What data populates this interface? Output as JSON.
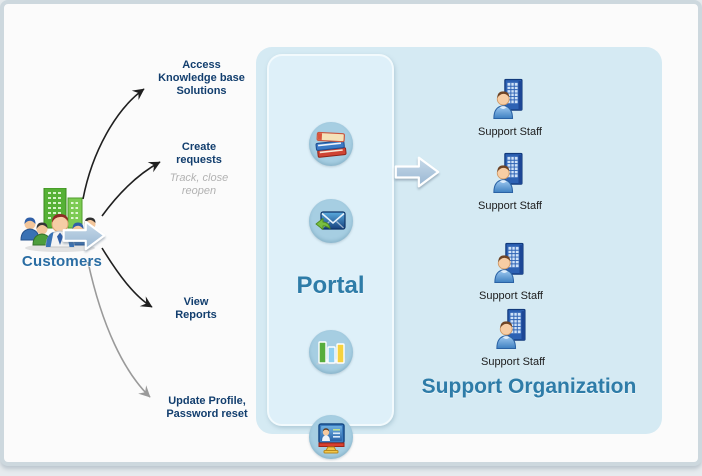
{
  "colors": {
    "accent_teal": "#2e7ca8",
    "label_navy": "#123e6e",
    "note_gray": "#b2b2b2",
    "staff_label": "#1c1c1c",
    "panel_outer": "#d5eaf3",
    "panel_inner": "#def0f9",
    "icon_circle": "#a6cee2",
    "card_bg": "#fbfbfb",
    "card_border": "#cdd8de",
    "page_bg": "#e6ebee"
  },
  "customers": {
    "label": "Customers",
    "icon": "customers-group-icon"
  },
  "actions": [
    {
      "label": "Access\nKnowledge base\nSolutions"
    },
    {
      "label": "Create\nrequests",
      "note": "Track, close\nreopen"
    },
    {
      "label": "View\nReports"
    },
    {
      "label": "Update Profile,\nPassword reset"
    }
  ],
  "portal": {
    "title": "Portal",
    "icons": [
      "knowledge-base-books-icon",
      "email-request-icon",
      "reports-bar-chart-icon",
      "profile-monitor-icon"
    ]
  },
  "organization": {
    "title": "Support Organization",
    "staff": [
      {
        "label": "Support Staff",
        "icon": "support-staff-icon"
      },
      {
        "label": "Support Staff",
        "icon": "support-staff-icon"
      },
      {
        "label": "Support Staff",
        "icon": "support-staff-icon"
      },
      {
        "label": "Support Staff",
        "icon": "support-staff-icon"
      }
    ]
  }
}
